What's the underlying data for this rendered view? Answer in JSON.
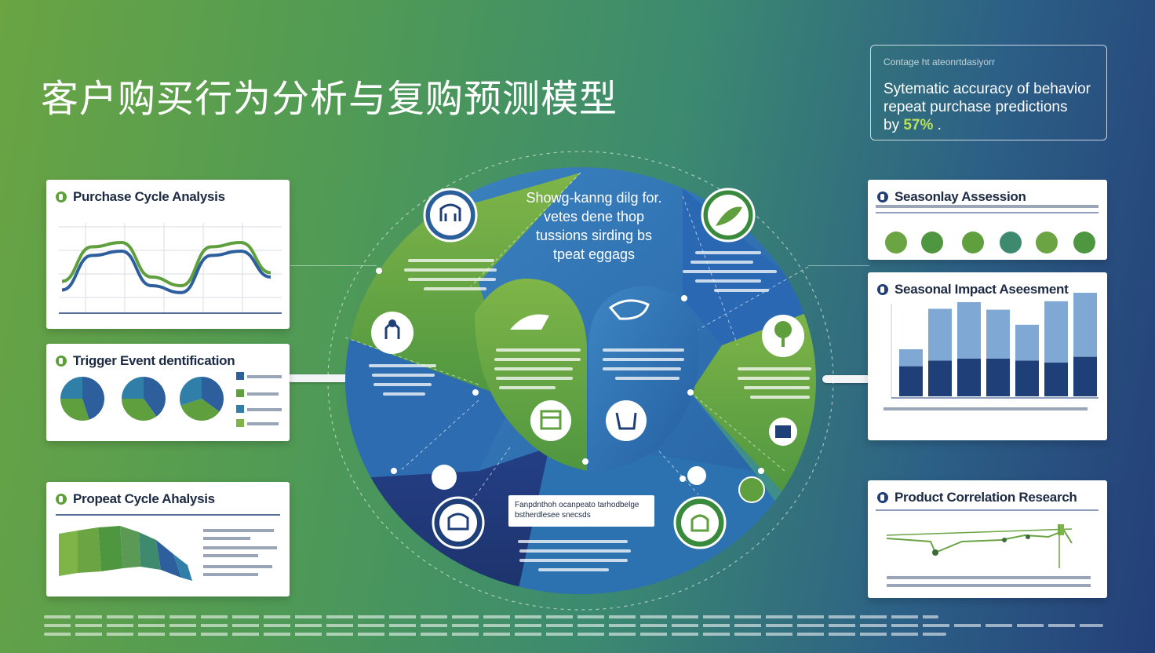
{
  "title": "客户购买行为分析与复购预测模型",
  "callout": {
    "caption": "Contage ht ateonrtdasiyorr",
    "line1": "Sytematic accuracy of behavior",
    "line2": "repeat purchase predictions",
    "by": "by",
    "value": "57%",
    "suffix": "."
  },
  "center_text": [
    "Showg-kanng dilg for.",
    "vetes dene thop",
    "tussions sirding bs",
    "tpeat eggags"
  ],
  "central_box": [
    "Fanpdnthoh ocanpeato tarhodbelge",
    "bstherdlesee snecsds"
  ],
  "cards": {
    "purchase_cycle": {
      "title": "Purchase Cycle Analysis"
    },
    "trigger_event": {
      "title": "Trigger Event dentification"
    },
    "propeat_cycle": {
      "title": "Propeat Cycle Ahalysis"
    },
    "seasonlay": {
      "title": "Seasonlay Assession"
    },
    "seasonal_impact": {
      "title": "Seasonal Impact Aseesment"
    },
    "product_correlation": {
      "title": "Product Correlation Research"
    }
  },
  "colors": {
    "green": "#6aa443",
    "navy": "#1f3f78",
    "blue": "#2f6fb0",
    "lightblue": "#7fa8d4",
    "accent": "#b8e05a"
  },
  "chart_data": [
    {
      "type": "bar",
      "title": "Seasonal Impact Aseesment",
      "series": [
        {
          "values": [
            0.32,
            0.38,
            0.4,
            0.4,
            0.38,
            0.36,
            0.42
          ]
        },
        {
          "values": [
            0.18,
            0.55,
            0.6,
            0.52,
            0.38,
            0.65,
            0.68
          ]
        }
      ]
    },
    {
      "type": "line",
      "title": "Purchase Cycle Analysis",
      "series": [
        {
          "values": [
            0.35,
            0.75,
            0.8,
            0.4,
            0.3,
            0.75,
            0.8,
            0.45
          ]
        },
        {
          "values": [
            0.25,
            0.65,
            0.7,
            0.3,
            0.22,
            0.65,
            0.7,
            0.4
          ]
        }
      ]
    },
    {
      "type": "pie",
      "title": "Trigger Event dentification",
      "series": [
        {
          "values": [
            0.45,
            0.3,
            0.25
          ]
        },
        {
          "values": [
            0.4,
            0.35,
            0.25
          ]
        },
        {
          "values": [
            0.35,
            0.35,
            0.3
          ]
        }
      ]
    }
  ]
}
